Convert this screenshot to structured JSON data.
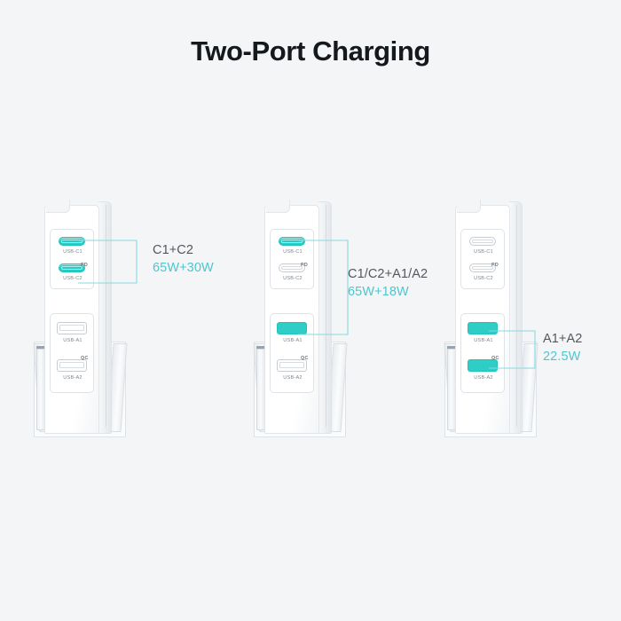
{
  "page": {
    "title": "Two-Port Charging",
    "background_color": "#f4f5f7",
    "accent_color": "#4ec6ce",
    "port_highlight_color": "#2ecdc6",
    "title_color": "#15181c"
  },
  "chargers": [
    {
      "id": "charger-1",
      "ports": [
        {
          "name": "port-usb-c1",
          "label": "USB-C1",
          "type": "usb-c",
          "highlighted": true
        },
        {
          "name": "port-usb-c2",
          "label": "USB-C2",
          "type": "usb-c",
          "highlighted": true
        },
        {
          "name": "port-usb-a1",
          "label": "USB-A1",
          "type": "usb-a",
          "highlighted": false
        },
        {
          "name": "port-usb-a2",
          "label": "USB-A2",
          "type": "usb-a",
          "highlighted": false
        }
      ],
      "markers": {
        "pd": "PD",
        "qc": "QC"
      },
      "callout": {
        "ports_combo": "C1+C2",
        "wattage": "65W+30W"
      }
    },
    {
      "id": "charger-2",
      "ports": [
        {
          "name": "port-usb-c1",
          "label": "USB-C1",
          "type": "usb-c",
          "highlighted": true
        },
        {
          "name": "port-usb-c2",
          "label": "USB-C2",
          "type": "usb-c",
          "highlighted": false
        },
        {
          "name": "port-usb-a1",
          "label": "USB-A1",
          "type": "usb-a",
          "highlighted": true
        },
        {
          "name": "port-usb-a2",
          "label": "USB-A2",
          "type": "usb-a",
          "highlighted": false
        }
      ],
      "markers": {
        "pd": "PD",
        "qc": "QC"
      },
      "callout": {
        "ports_combo": "C1/C2+A1/A2",
        "wattage": "65W+18W"
      }
    },
    {
      "id": "charger-3",
      "ports": [
        {
          "name": "port-usb-c1",
          "label": "USB-C1",
          "type": "usb-c",
          "highlighted": false
        },
        {
          "name": "port-usb-c2",
          "label": "USB-C2",
          "type": "usb-c",
          "highlighted": false
        },
        {
          "name": "port-usb-a1",
          "label": "USB-A1",
          "type": "usb-a",
          "highlighted": true
        },
        {
          "name": "port-usb-a2",
          "label": "USB-A2",
          "type": "usb-a",
          "highlighted": true
        }
      ],
      "markers": {
        "pd": "PD",
        "qc": "QC"
      },
      "callout": {
        "ports_combo": "A1+A2",
        "wattage": "22.5W"
      }
    }
  ]
}
